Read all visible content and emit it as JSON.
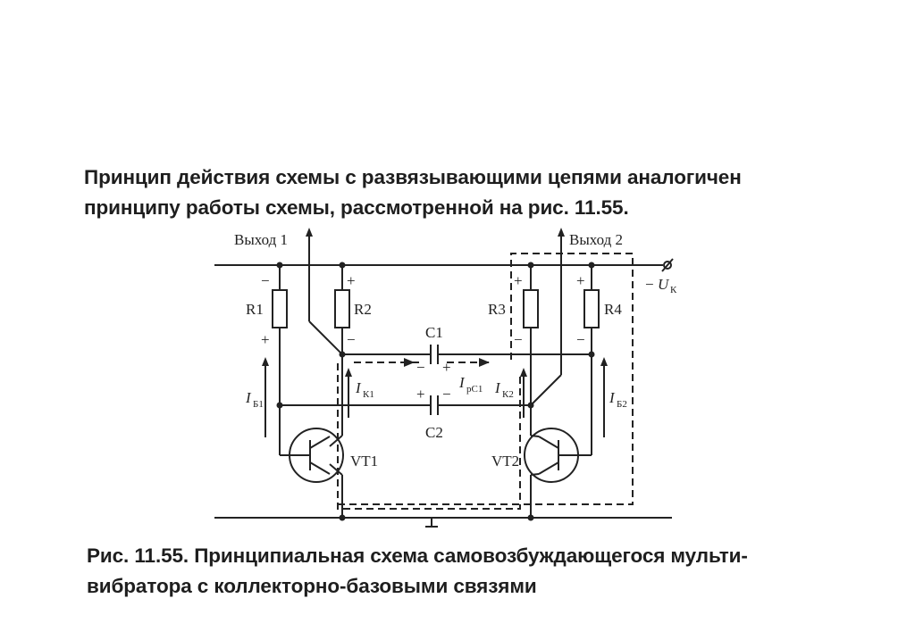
{
  "heading": {
    "line1": "Принцип действия схемы с развязывающими цепями аналогичен",
    "line2": "принципу работы схемы, рассмотренной на рис. 11.55."
  },
  "caption": {
    "line1": "Рис. 11.55. Принципиальная схема самовозбуждающегося мульти-",
    "line2": "вибратора с коллекторно-базовыми связями"
  },
  "diagram": {
    "output1": "Выход 1",
    "output2": "Выход 2",
    "supply_sign": "−",
    "supply_symbol": "U",
    "supply_sub": "К",
    "resistors": [
      "R1",
      "R2",
      "R3",
      "R4"
    ],
    "capacitors": [
      "C1",
      "C2"
    ],
    "transistors": [
      "VT1",
      "VT2"
    ],
    "currents": {
      "ib1": {
        "symbol": "I",
        "sub": "Б1"
      },
      "ik1": {
        "symbol": "I",
        "sub": "К1"
      },
      "ipc1": {
        "symbol": "I",
        "sub": "рС1"
      },
      "ik2": {
        "symbol": "I",
        "sub": "К2"
      },
      "ib2": {
        "symbol": "I",
        "sub": "Б2"
      }
    },
    "plus": "+",
    "minus": "−"
  }
}
